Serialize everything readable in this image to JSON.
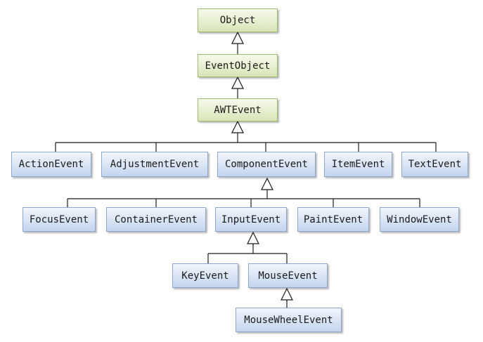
{
  "colors": {
    "line": "#1a1a1a",
    "green_fill": "#d7e6b6",
    "blue_fill": "#c4d5ee"
  },
  "nodes": {
    "object": "Object",
    "event_object": "EventObject",
    "awt_event": "AWTEvent",
    "action_event": "ActionEvent",
    "adjustment_event": "AdjustmentEvent",
    "component_event": "ComponentEvent",
    "item_event": "ItemEvent",
    "text_event": "TextEvent",
    "focus_event": "FocusEvent",
    "container_event": "ContainerEvent",
    "input_event": "InputEvent",
    "paint_event": "PaintEvent",
    "window_event": "WindowEvent",
    "key_event": "KeyEvent",
    "mouse_event": "MouseEvent",
    "mouse_wheel_event": "MouseWheelEvent"
  }
}
